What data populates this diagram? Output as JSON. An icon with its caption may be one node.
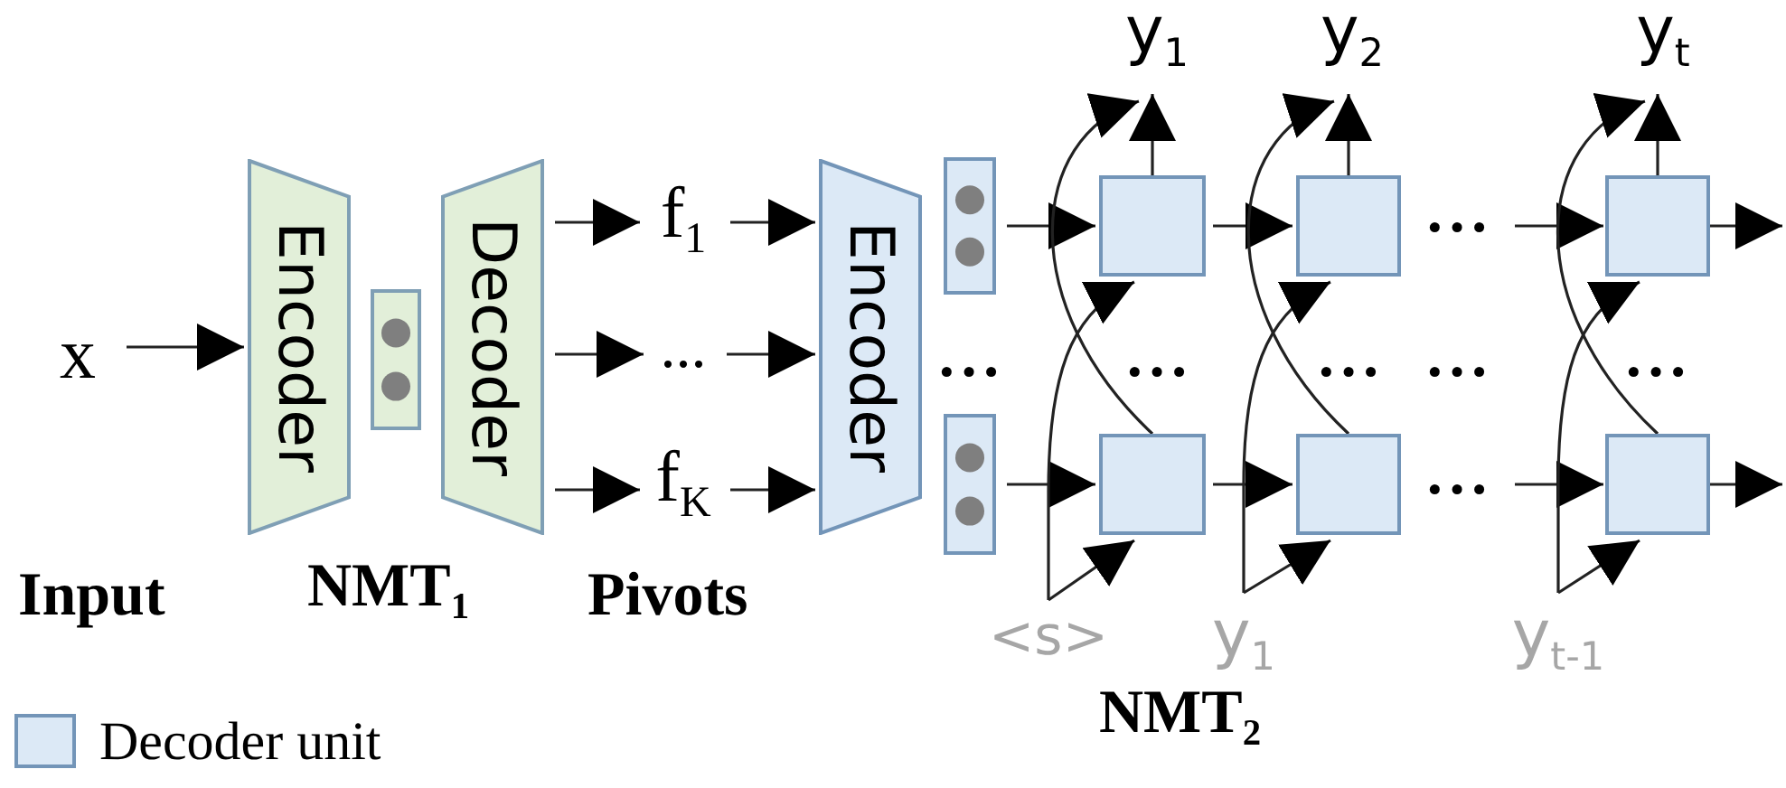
{
  "diagram": {
    "nodes": [
      {
        "text": [
          "x"
        ]
      },
      {
        "text": [
          "Encoder"
        ]
      },
      {
        "text": [],
        "shape": "box"
      },
      {
        "text": [
          "Decoder"
        ]
      },
      {
        "text": [
          "f$_{1}$"
        ]
      },
      {
        "text": [
          "..."
        ]
      },
      {
        "text": [
          "f$_{K}$"
        ]
      },
      {
        "text": [
          "Encoder"
        ]
      },
      {
        "text": [],
        "shape": "box"
      },
      {
        "text": [],
        "shape": "box"
      },
      {
        "text": [],
        "shape": "box"
      },
      {
        "text": [],
        "shape": "box"
      },
      {
        "text": [],
        "shape": "box"
      },
      {
        "text": [],
        "shape": "box"
      },
      {
        "text": [],
        "shape": "box"
      },
      {
        "text": [],
        "shape": "box"
      },
      {
        "text": [
          "y$_{1}$"
        ]
      },
      {
        "text": [
          "y$_{2}$"
        ]
      },
      {
        "text": [
          "y$_{t}$"
        ]
      },
      {
        "text": [
          "<s>"
        ]
      },
      {
        "text": [
          "y$_{1}$"
        ]
      },
      {
        "text": [
          "y$_{t-1}$"
        ]
      }
    ],
    "edges": [
      {
        "from": 0,
        "to": 1,
        "arrow": "to"
      },
      {
        "from": 3,
        "to": 4,
        "arrow": "to"
      },
      {
        "from": 3,
        "to": 5,
        "arrow": "to"
      },
      {
        "from": 3,
        "to": 6,
        "arrow": "to"
      },
      {
        "from": 4,
        "to": 7,
        "arrow": "to"
      },
      {
        "from": 5,
        "to": 7,
        "arrow": "to"
      },
      {
        "from": 6,
        "to": 7,
        "arrow": "to"
      },
      {
        "from": 8,
        "to": 10,
        "arrow": "to"
      },
      {
        "from": 9,
        "to": 13,
        "arrow": "to"
      },
      {
        "from": 10,
        "to": 11,
        "arrow": "to"
      },
      {
        "from": 13,
        "to": 14,
        "arrow": "to"
      },
      {
        "from": null,
        "to": 12,
        "arrow": "to"
      },
      {
        "from": null,
        "to": 15,
        "arrow": "to"
      },
      {
        "from": 12,
        "to": null,
        "arrow": "to"
      },
      {
        "from": 15,
        "to": null,
        "arrow": "to"
      },
      {
        "from": 10,
        "to": 16,
        "arrow": "to"
      },
      {
        "from": 11,
        "to": 17,
        "arrow": "to"
      },
      {
        "from": 12,
        "to": 18,
        "arrow": "to"
      },
      {
        "from": 13,
        "to": 16,
        "arrow": "to"
      },
      {
        "from": 14,
        "to": 17,
        "arrow": "to"
      },
      {
        "from": 15,
        "to": 18,
        "arrow": "to"
      },
      {
        "from": 19,
        "to": 10,
        "arrow": "to"
      },
      {
        "from": 19,
        "to": 13,
        "arrow": "to"
      },
      {
        "from": 20,
        "to": 11,
        "arrow": "to"
      },
      {
        "from": 20,
        "to": 14,
        "arrow": "to"
      },
      {
        "from": 21,
        "to": 12,
        "arrow": "to"
      },
      {
        "from": 21,
        "to": 15,
        "arrow": "to"
      }
    ],
    "labels": [
      "···",
      "···",
      "···",
      "···",
      "···",
      "···",
      "···",
      "Input",
      "NMT$_{1}$",
      "Pivots",
      "NMT$_{2}$"
    ],
    "legend": [
      {
        "text": "Decoder unit",
        "color": "#dce9f6"
      }
    ]
  }
}
